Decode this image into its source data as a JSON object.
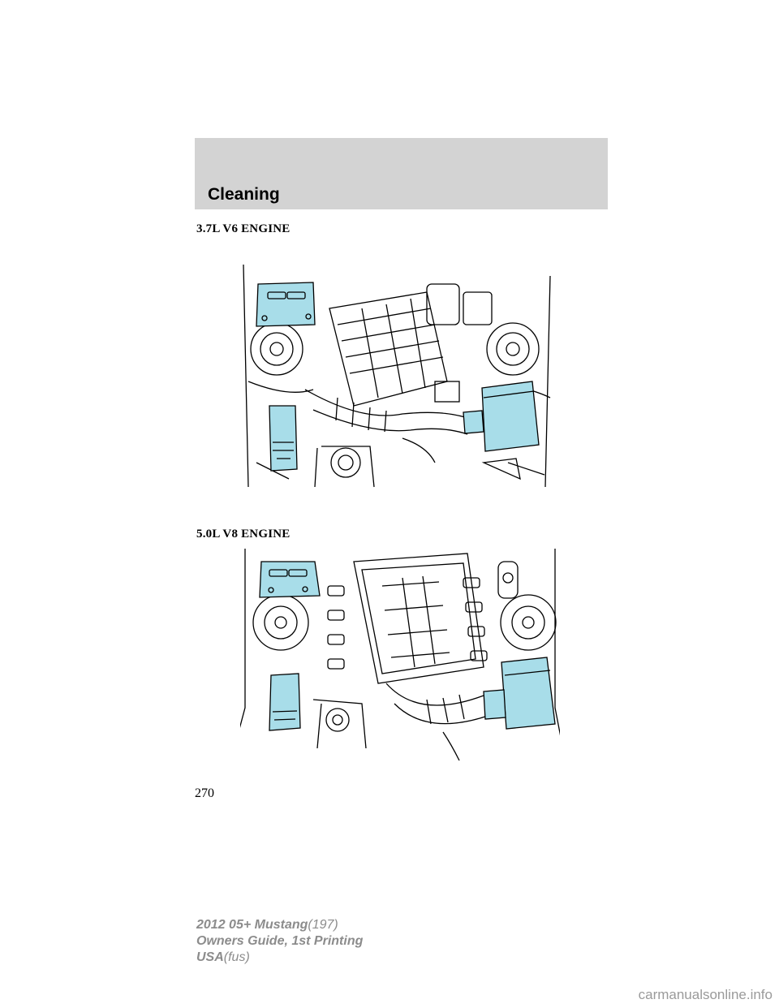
{
  "header": {
    "section": "Cleaning"
  },
  "figures": [
    {
      "heading": "3.7L V6 ENGINE"
    },
    {
      "heading": "5.0L V8 ENGINE"
    }
  ],
  "page_number": "270",
  "footer": {
    "line1_bold": "2012 05+ Mustang",
    "line1_light": "(197)",
    "line2": "Owners Guide, 1st Printing",
    "line3_bold": "USA",
    "line3_light": "(fus)"
  },
  "watermark": "carmanualsonline.info",
  "colors": {
    "highlight": "#a8dde9",
    "header_band": "#d3d3d3",
    "footer_text": "#8c8c8c"
  }
}
